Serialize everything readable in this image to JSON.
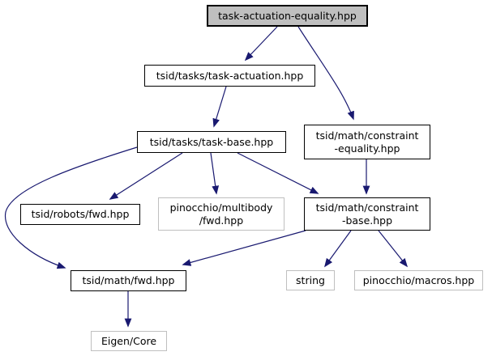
{
  "graph": {
    "nodes": [
      {
        "id": "task-actuation-equality",
        "label": "task-actuation-equality.hpp",
        "type": "current"
      },
      {
        "id": "task-actuation",
        "label": "tsid/tasks/task-actuation.hpp",
        "type": "internal"
      },
      {
        "id": "task-base",
        "label": "tsid/tasks/task-base.hpp",
        "type": "internal"
      },
      {
        "id": "constraint-equality",
        "label": "tsid/math/constraint\n-equality.hpp",
        "type": "internal"
      },
      {
        "id": "robots-fwd",
        "label": "tsid/robots/fwd.hpp",
        "type": "internal"
      },
      {
        "id": "pinocchio-multibody-fwd",
        "label": "pinocchio/multibody\n/fwd.hpp",
        "type": "external"
      },
      {
        "id": "constraint-base",
        "label": "tsid/math/constraint\n-base.hpp",
        "type": "internal"
      },
      {
        "id": "math-fwd",
        "label": "tsid/math/fwd.hpp",
        "type": "internal"
      },
      {
        "id": "string",
        "label": "string",
        "type": "external"
      },
      {
        "id": "pinocchio-macros",
        "label": "pinocchio/macros.hpp",
        "type": "external"
      },
      {
        "id": "eigen-core",
        "label": "Eigen/Core",
        "type": "external"
      }
    ],
    "edges": [
      {
        "from": "task-actuation-equality",
        "to": "task-actuation"
      },
      {
        "from": "task-actuation-equality",
        "to": "constraint-equality"
      },
      {
        "from": "task-actuation",
        "to": "task-base"
      },
      {
        "from": "task-base",
        "to": "robots-fwd"
      },
      {
        "from": "task-base",
        "to": "pinocchio-multibody-fwd"
      },
      {
        "from": "task-base",
        "to": "constraint-base"
      },
      {
        "from": "task-base",
        "to": "math-fwd"
      },
      {
        "from": "constraint-equality",
        "to": "constraint-base"
      },
      {
        "from": "constraint-base",
        "to": "math-fwd"
      },
      {
        "from": "constraint-base",
        "to": "string"
      },
      {
        "from": "constraint-base",
        "to": "pinocchio-macros"
      },
      {
        "from": "math-fwd",
        "to": "eigen-core"
      }
    ],
    "colors": {
      "edge": "#191970",
      "internal_border": "#000000",
      "external_border": "#bfbfbf",
      "current_fill": "#bfbfbf",
      "node_fill": "#ffffff",
      "text": "#000000",
      "background": "#ffffff"
    }
  }
}
